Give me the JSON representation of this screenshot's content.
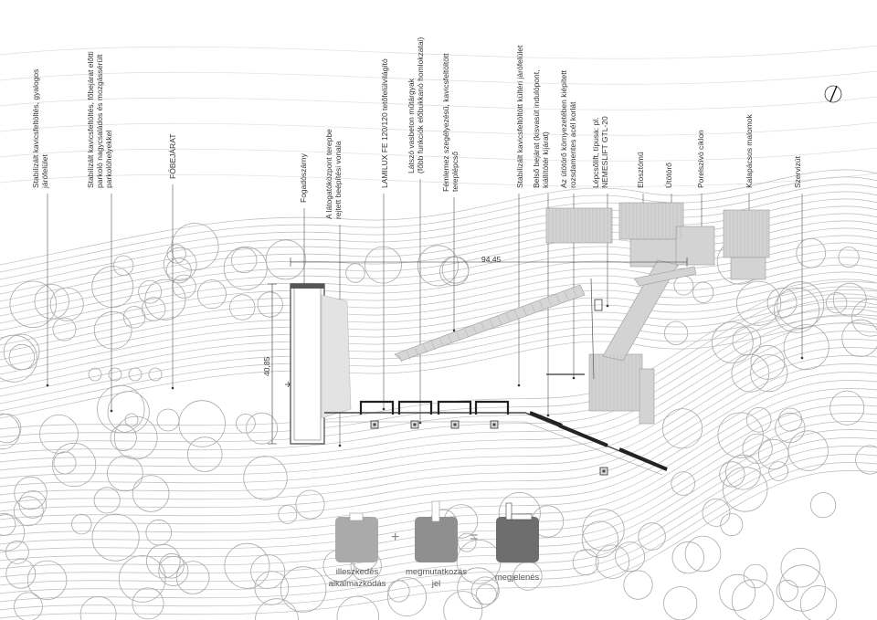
{
  "labels": [
    {
      "id": "l1",
      "lines": [
        "Stabilizált kavicsfeltöltés, gyalogos",
        "járófelület"
      ]
    },
    {
      "id": "l2",
      "lines": [
        "Stabilizált kavicsfeltöltés, főbejárat előtti",
        "parkoló nagycsaládos és mozgássérült",
        "parkolóhelyekkel"
      ]
    },
    {
      "id": "l3",
      "lines": [
        "FŐBEJÁRAT"
      ]
    },
    {
      "id": "l4",
      "lines": [
        "Fogadószárny"
      ]
    },
    {
      "id": "l5",
      "lines": [
        "A látogatóközpont terepbe",
        "rejtett beépítési vonala"
      ]
    },
    {
      "id": "l6",
      "lines": [
        "LAMILUX FE 120/120 tetőfelülvilágító"
      ]
    },
    {
      "id": "l7",
      "lines": [
        "Látszó vasbeton műtárgyak",
        "(főbb funkciók előbukkanó homlokzatai)"
      ]
    },
    {
      "id": "l8",
      "lines": [
        "Fémlemez szegélyezésű, kavicsfeltöltött",
        "tereplépcső"
      ]
    },
    {
      "id": "l9",
      "lines": [
        "Stabilizált kavicsfeltöltött kültéri járófelület"
      ]
    },
    {
      "id": "l10",
      "lines": [
        "Belső bejárat (kisvasút indulópont,",
        "kiállítótér kijárat)"
      ]
    },
    {
      "id": "l11",
      "lines": [
        "Az útötörő környezetében kiépített",
        "rozsdamentes acél korlát"
      ]
    },
    {
      "id": "l12",
      "lines": [
        "Lépcsőlift, típusa: pl.",
        "NEMESLIFT GTL-20"
      ]
    },
    {
      "id": "l13",
      "lines": [
        "Elosztómű"
      ]
    },
    {
      "id": "l14",
      "lines": [
        "Útötörő"
      ]
    },
    {
      "id": "l15",
      "lines": [
        "Porelszívó ciklon"
      ]
    },
    {
      "id": "l16",
      "lines": [
        "Kalapácsos malomok"
      ]
    },
    {
      "id": "l17",
      "lines": [
        "Szervizút"
      ]
    }
  ],
  "dimensions": {
    "horizontal": "94,45",
    "vertical": "40,85"
  },
  "legend": {
    "item1": [
      "illeszkedés",
      "alkalmazkodás"
    ],
    "plus": "+",
    "item2": [
      "megmutatkozás",
      "jel"
    ],
    "equals": "=",
    "item3": [
      "megjelenés"
    ]
  },
  "colors": {
    "box_light": "#aaaaaa",
    "box_mid": "#8f8f8f",
    "box_dark": "#6e6e6e",
    "building": "#cfcfcf"
  }
}
